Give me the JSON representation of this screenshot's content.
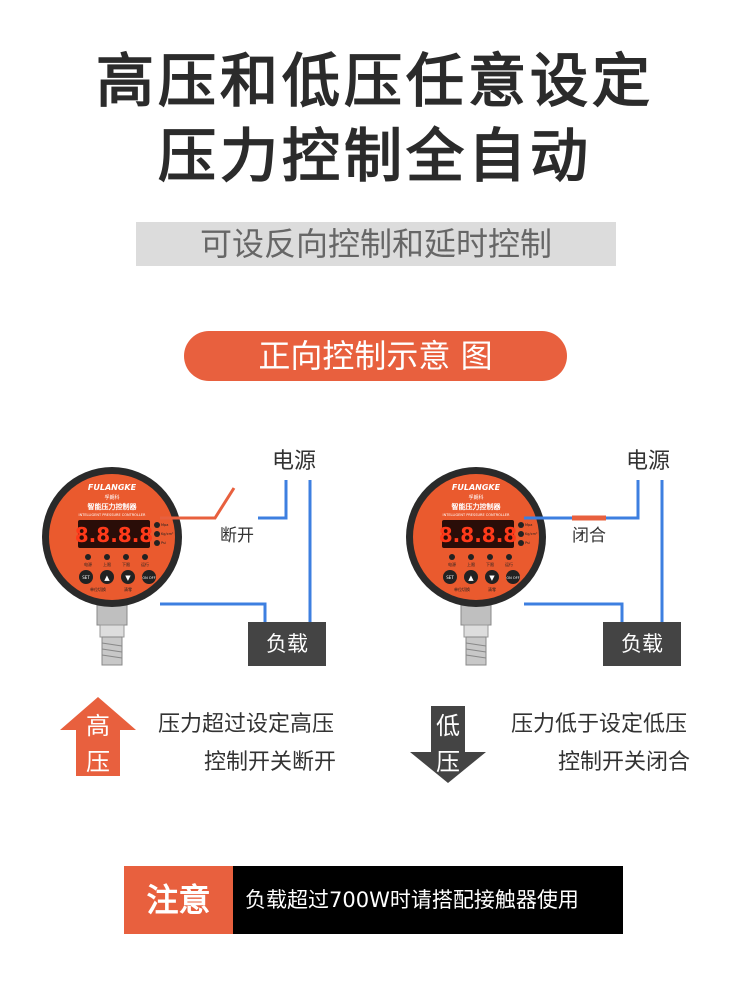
{
  "headline": {
    "line1": "高压和低压任意设定",
    "line2": "压力控制全自动",
    "subtitle": "可设反向控制和延时控制"
  },
  "diagram_title": "正向控制示意 图",
  "gauge": {
    "brand": "FULANGKE",
    "brand_cn": "孚朗科",
    "name_cn": "智能压力控制器",
    "name_en": "INTELLIGENT PRESSURE CONTROLLER",
    "display": "8.8.8.8",
    "units": [
      "Mpa",
      "Kg/cm²",
      "Psi"
    ],
    "indicators": [
      "电源",
      "上限",
      "下限",
      "运行"
    ],
    "buttons": [
      "SET",
      "▲",
      "▼",
      "ON OFF"
    ],
    "button_labels": [
      "单位切换",
      "清零"
    ]
  },
  "left_diagram": {
    "power_label": "电源",
    "switch_label": "断开",
    "load_label": "负载",
    "arrow_chars": [
      "高",
      "压"
    ],
    "desc_line1": "压力超过设定高压",
    "desc_line2": "控制开关断开"
  },
  "right_diagram": {
    "power_label": "电源",
    "switch_label": "闭合",
    "load_label": "负载",
    "arrow_chars": [
      "低",
      "压"
    ],
    "desc_line1": "压力低于设定低压",
    "desc_line2": "控制开关闭合"
  },
  "note": {
    "tag": "注意",
    "text": "负载超过700W时请搭配接触器使用"
  },
  "colors": {
    "accent": "#e8603e",
    "wire": "#3d7fe0",
    "dark": "#444444",
    "gray_bar": "#dcdcdc"
  }
}
